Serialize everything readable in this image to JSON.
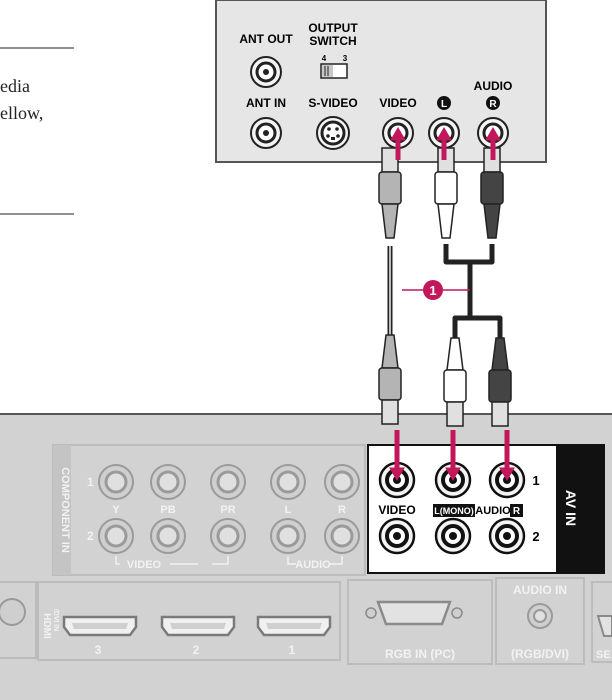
{
  "left_text": {
    "line1": "edia",
    "line2": "ellow,"
  },
  "vcr": {
    "ant_out": "ANT OUT",
    "output_switch_1": "OUTPUT",
    "output_switch_2": "SWITCH",
    "switch_ch_a": "4",
    "switch_ch_b": "3",
    "ant_in": "ANT IN",
    "s_video": "S-VIDEO",
    "video": "VIDEO",
    "audio": "AUDIO",
    "audio_l": "L",
    "audio_r": "R"
  },
  "callout": "1",
  "tv": {
    "component_in": "COMPONENT IN",
    "row1": "1",
    "row2": "2",
    "y": "Y",
    "pb": "PB",
    "pr": "PR",
    "l": "L",
    "r": "R",
    "video_bracket": "VIDEO",
    "audio_bracket": "AUDIO",
    "av_in": "AV IN",
    "av_video": "VIDEO",
    "av_lmono": "L(MONO)",
    "av_audio": "AUDIO",
    "av_r": "R",
    "av_row1": "1",
    "av_row2": "2",
    "hdmi_logo": "HDMI",
    "hdmi_sub": "/DVI IN",
    "hdmi_3": "3",
    "hdmi_2": "2",
    "hdmi_1": "1",
    "rgb_in": "RGB IN (PC)",
    "audio_in": "AUDIO IN",
    "audio_in_sub": "(RGB/DVI)",
    "se_partial": "SE"
  },
  "colors": {
    "panel": "#d2d2d2",
    "panel_border": "#555555",
    "vcr_panel": "#e6e6e6",
    "magenta": "#c2185b",
    "cable_yellow": "#b4b4b4",
    "cable_white": "#ffffff",
    "cable_red": "#444444"
  }
}
